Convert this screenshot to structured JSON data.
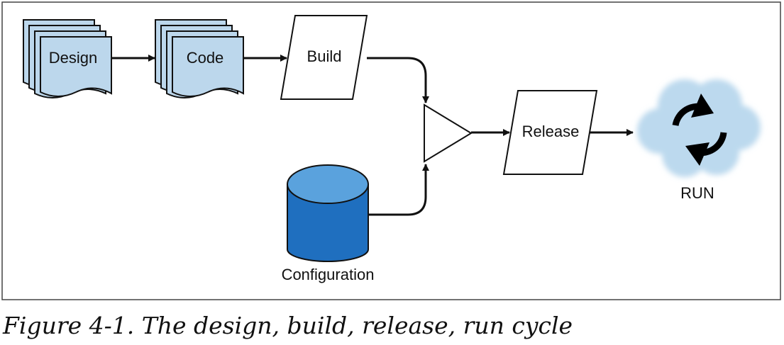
{
  "nodes": {
    "design": "Design",
    "code": "Code",
    "build": "Build",
    "release": "Release",
    "configuration": "Configuration",
    "run": "RUN"
  },
  "caption": "Figure 4-1. The design, build, release, run cycle",
  "colors": {
    "document_fill": "#bcd7ec",
    "database_fill": "#1f6fbf",
    "database_top": "#5aa2dd",
    "cloud_fill": "#bcd9ee",
    "stroke": "#111111"
  },
  "icons": {
    "run": "refresh-cycle-icon"
  }
}
